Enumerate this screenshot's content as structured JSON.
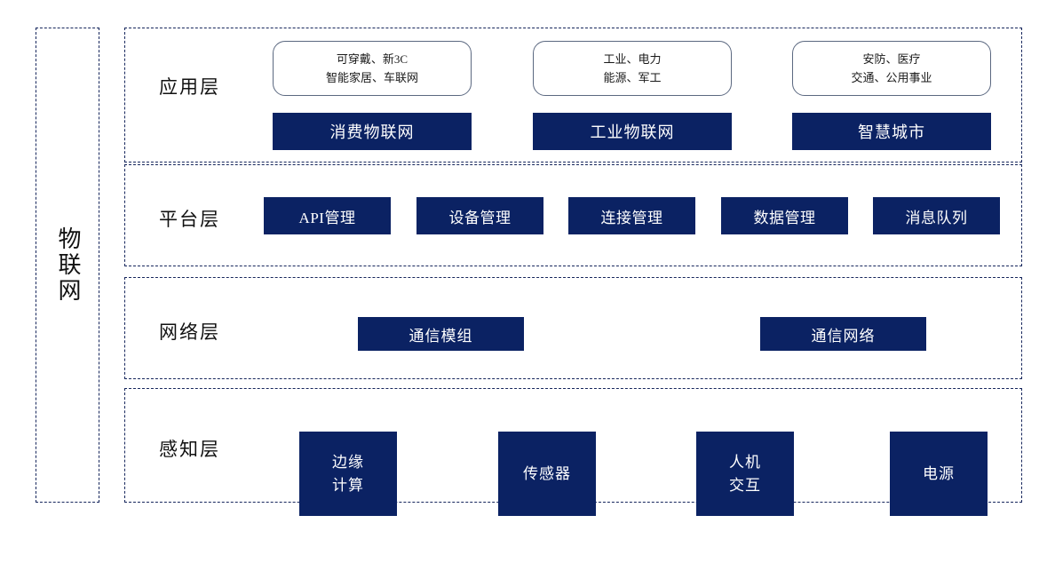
{
  "diagram": {
    "root_label": "物联网",
    "layers": [
      {
        "title": "应用层",
        "domain_boxes": [
          {
            "line1": "可穿戴、新3C",
            "line2": "智能家居、车联网"
          },
          {
            "line1": "工业、电力",
            "line2": "能源、军工"
          },
          {
            "line1": "安防、医疗",
            "line2": "交通、公用事业"
          }
        ],
        "blocks": [
          {
            "line1": "消费物联网"
          },
          {
            "line1": "工业物联网"
          },
          {
            "line1": "智慧城市"
          }
        ]
      },
      {
        "title": "平台层",
        "blocks": [
          {
            "line1": "API管理"
          },
          {
            "line1": "设备管理"
          },
          {
            "line1": "连接管理"
          },
          {
            "line1": "数据管理"
          },
          {
            "line1": "消息队列"
          }
        ]
      },
      {
        "title": "网络层",
        "blocks": [
          {
            "line1": "通信模组"
          },
          {
            "line1": "通信网络"
          }
        ]
      },
      {
        "title": "感知层",
        "blocks": [
          {
            "line1": "边缘",
            "line2": "计算"
          },
          {
            "line1": "传感器"
          },
          {
            "line1": "人机",
            "line2": "交互"
          },
          {
            "line1": "电源"
          }
        ]
      }
    ]
  },
  "colors": {
    "block_fill": "#0b2263",
    "block_text": "#ffffff",
    "dashed_border": "#16265c",
    "round_box_border": "#5b6880",
    "background": "#ffffff"
  }
}
